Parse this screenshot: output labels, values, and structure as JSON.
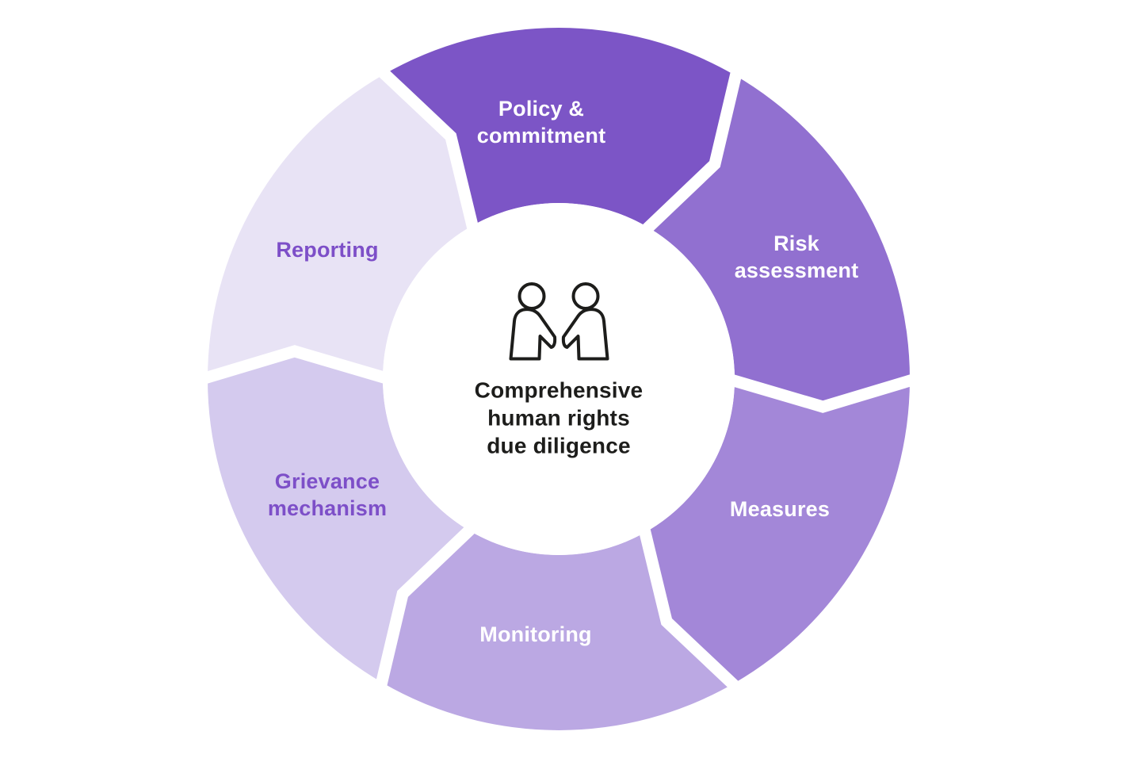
{
  "diagram": {
    "background": "#ffffff",
    "flow_direction": "clockwise",
    "segments": [
      {
        "id": "policy-commitment",
        "label": "Policy &\ncommitment",
        "color": "#7c55c6",
        "text_color": "#ffffff"
      },
      {
        "id": "risk-assessment",
        "label": "Risk\nassessment",
        "color": "#9170d0",
        "text_color": "#ffffff"
      },
      {
        "id": "measures",
        "label": "Measures",
        "color": "#a387d8",
        "text_color": "#ffffff"
      },
      {
        "id": "monitoring",
        "label": "Monitoring",
        "color": "#bba8e3",
        "text_color": "#ffffff"
      },
      {
        "id": "grievance-mechanism",
        "label": "Grievance\nmechanism",
        "color": "#d4caee",
        "text_color": "#7d4fc8"
      },
      {
        "id": "reporting",
        "label": "Reporting",
        "color": "#e8e3f5",
        "text_color": "#7d4fc8"
      }
    ],
    "center": {
      "title": "Comprehensive\nhuman rights\ndue diligence",
      "title_color": "#1d1d1b",
      "icon": "handshake-two-people-icon",
      "icon_color": "#1d1d1b"
    }
  }
}
